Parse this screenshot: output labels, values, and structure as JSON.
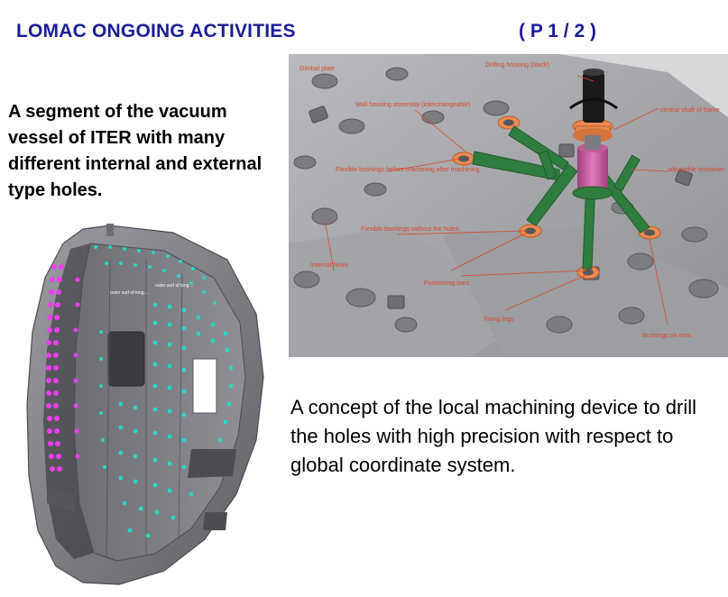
{
  "slide": {
    "title": "LOMAC ONGOING ACTIVITIES",
    "page_label": "( P 1 / 2 )",
    "left_description": "A segment of the vacuum vessel of ITER with many different internal and external type holes.",
    "right_description": "A concept of the local machining device to drill the holes with high precision with respect to global coordinate system."
  },
  "colors": {
    "title_blue": "#1c1c99",
    "vessel_gray": "#7b7d82",
    "internal_holes": "#2ad6c4",
    "external_holes": "#ee3ef0",
    "frame_green": "#2f7d3e",
    "bushing_orange": "#ee8a4f",
    "annotation_red": "#d9472b"
  },
  "vessel_labels": {
    "label_a": "outer surf of long ...",
    "label_b": "outer surf of long ..."
  },
  "device_labels": {
    "top_left": "Gimbal plate",
    "drill_housing": "Drilling housing (black)",
    "upper_left": "Wall housing assembly (interchangeable)",
    "central_shaft": "central shaft of frame",
    "adjustable_tensioner": "adjustable tensioner",
    "mid_left": "Flexible bushings before machining after machining",
    "lower_left": "Flexible bushings without the holes",
    "far_left": "Internal holes",
    "bottom_center": "Positioning bars",
    "bottom_mid": "Fixing legs",
    "bottom_right": "Bushings on rims"
  }
}
